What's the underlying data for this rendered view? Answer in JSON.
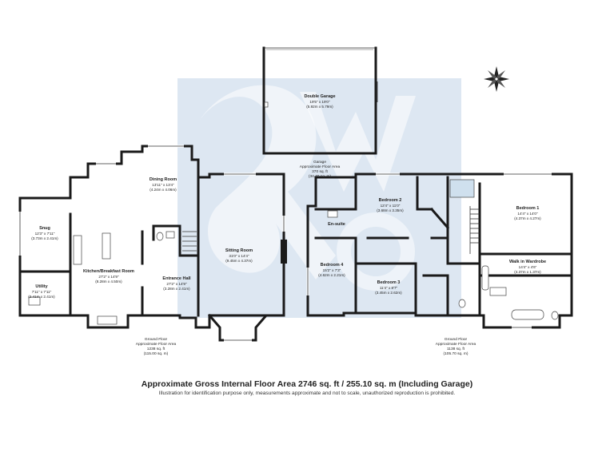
{
  "ground_floor_left": {
    "rooms": {
      "snug": {
        "name": "Snug",
        "dim_imperial": "12'3\" x 7'11\"",
        "dim_metric": "(3.73m x 2.41m)"
      },
      "utility": {
        "name": "Utility",
        "dim_imperial": "7'11\" x 7'11\"",
        "dim_metric": "(2.41m x 2.41m)"
      },
      "kitchen": {
        "name": "Kitchen/Breakfast Room",
        "dim_imperial": "27'2\" x 14'9\"",
        "dim_metric": "(8.28m x 4.50m)"
      },
      "dining": {
        "name": "Dining Room",
        "dim_imperial": "13'11\" x 13'4\"",
        "dim_metric": "(4.24m x 4.06m)"
      },
      "hall": {
        "name": "Entrance Hall",
        "dim_imperial": "27'2\" x 14'9\"",
        "dim_metric": "(3.28m x 2.41m)"
      },
      "sitting": {
        "name": "Sitting Room",
        "dim_imperial": "31'0\" x 14'4\"",
        "dim_metric": "(9.45m x 4.37m)"
      }
    },
    "area": {
      "line1": "Ground Floor",
      "line2": "Approximate Floor Area",
      "line3": "1238 sq. ft",
      "line4": "(115.00 sq. m)"
    }
  },
  "garage": {
    "name": "Double Garage",
    "dim_imperial": "19'5\" x 19'0\"",
    "dim_metric": "(5.92m x 5.79m)",
    "area": {
      "line1": "Garage",
      "line2": "Approximate Floor Area",
      "line3": "370 sq. ft",
      "line4": "(34.40 sq. m)"
    }
  },
  "ground_floor_right": {
    "rooms": {
      "bedroom2": {
        "name": "Bedroom 2",
        "dim_imperial": "12'4\" x 11'0\"",
        "dim_metric": "(3.68m x 3.35m)"
      },
      "ensuite": {
        "name": "En-suite"
      },
      "bedroom4": {
        "name": "Bedroom 4",
        "dim_imperial": "15'2\" x 7'3\"",
        "dim_metric": "(4.62m x 2.21m)"
      },
      "bedroom3": {
        "name": "Bedroom 3",
        "dim_imperial": "11'4\" x 8'7\"",
        "dim_metric": "(3.45m x 2.62m)"
      },
      "bedroom1": {
        "name": "Bedroom 1",
        "dim_imperial": "14'4\" x 14'0\"",
        "dim_metric": "(4.37m x 4.27m)"
      },
      "wardrobe": {
        "name": "Walk in Wardrobe",
        "dim_imperial": "14'4\" x 4'6\"",
        "dim_metric": "(4.37m x 1.37m)"
      }
    },
    "area": {
      "line1": "Ground Floor",
      "line2": "Approximate Floor Area",
      "line3": "1138 sq. ft",
      "line4": "(105.70 sq. m)"
    }
  },
  "footer": {
    "title": "Approximate Gross Internal Floor Area 2746 sq. ft / 255.10 sq. m (Including Garage)",
    "note": "Illustration for identification purpose only, measurements approximate and not to scale, unauthorized reproduction is prohibited."
  },
  "colors": {
    "watermark": "#dbe6f1",
    "wall": "#1a1a1a",
    "background": "#ffffff"
  },
  "icons": [
    "compass-icon",
    "watermark-logo"
  ]
}
